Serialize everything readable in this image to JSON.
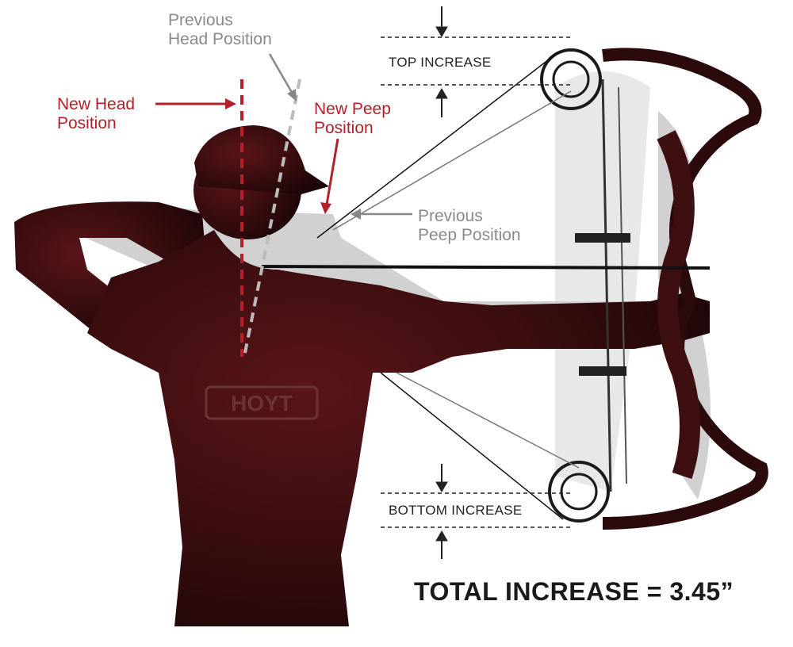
{
  "labels": {
    "previous_head": [
      "Previous",
      "Head Position"
    ],
    "new_head": [
      "New Head",
      "Position"
    ],
    "new_peep": [
      "New Peep",
      "Position"
    ],
    "previous_peep": [
      "Previous",
      "Peep Position"
    ],
    "top_increase": "TOP INCREASE",
    "bottom_increase": "BOTTOM INCREASE",
    "total_increase": "TOTAL INCREASE = 3.45”"
  },
  "logo_text": "HOYT",
  "colors": {
    "red": "#b3202a",
    "gray": "#8a8a8a",
    "silhouette": "#3a0c0e",
    "dark": "#1a1a1a"
  }
}
